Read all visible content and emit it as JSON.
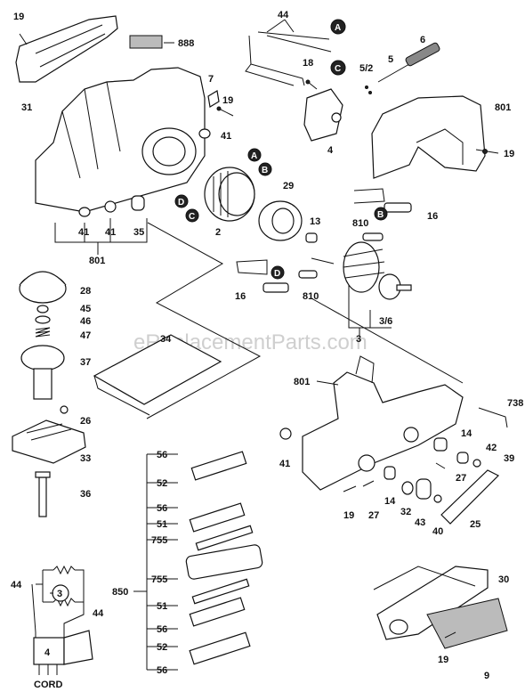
{
  "watermark": "eReplacementParts.com",
  "labels": {
    "p19a": "19",
    "p31": "31",
    "p888": "888",
    "p44a": "44",
    "pA1": "A",
    "pC1": "C",
    "p6": "6",
    "p18": "18",
    "p5_2": "5/2",
    "p5": "5",
    "p7": "7",
    "p19b": "19",
    "p41a": "41",
    "p4": "4",
    "p801a": "801",
    "p19c": "19",
    "pA2": "A",
    "pB1": "B",
    "pD1": "D",
    "pC2": "C",
    "p2": "2",
    "p29": "29",
    "pB2": "B",
    "p810a": "810",
    "p16a": "16",
    "p13": "13",
    "p41b": "41",
    "p41c": "41",
    "p35": "35",
    "p801b": "801",
    "pD2": "D",
    "p16b": "16",
    "p810b": "810",
    "p3_6": "3/6",
    "p3": "3",
    "p28": "28",
    "p45": "45",
    "p46": "46",
    "p47": "47",
    "p34": "34",
    "p37": "37",
    "p26": "26",
    "p33": "33",
    "p36": "36",
    "p801c": "801",
    "p738": "738",
    "p41d": "41",
    "p14a": "14",
    "p42": "42",
    "p39": "39",
    "p27a": "27",
    "p14b": "14",
    "p19d": "19",
    "p27b": "27",
    "p32": "32",
    "p43": "43",
    "p40": "40",
    "p25": "25",
    "p56a": "56",
    "p52a": "52",
    "p56b": "56",
    "p51a": "51",
    "p755a": "755",
    "p850": "850",
    "p755b": "755",
    "p51b": "51",
    "p56c": "56",
    "p52b": "52",
    "p56d": "56",
    "p30": "30",
    "p19e": "19",
    "p9": "9",
    "p44b": "44",
    "p44c": "44",
    "p3w": "3",
    "p4w": "4",
    "cord": "CORD"
  }
}
